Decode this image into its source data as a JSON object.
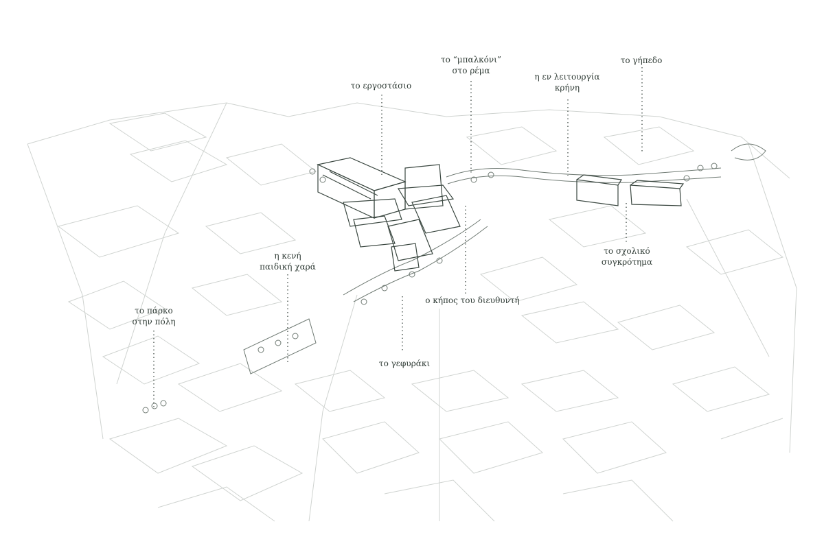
{
  "diagram": {
    "labels": {
      "factory": "το εργοστάσιο",
      "balcony_line1": "το “μπαλκόνι”",
      "balcony_line2": "στο ρέμα",
      "fountain_line1": "η εν λειτουργία",
      "fountain_line2": "κρήνη",
      "stadium": "το γήπεδο",
      "playground_line1": "η κενή",
      "playground_line2": "παιδική χαρά",
      "school_line1": "το σχολικό",
      "school_line2": "συγκρότημα",
      "park_line1": "το πάρκο",
      "park_line2": "στην πόλη",
      "garden": "ο κήπος του διευθυντή",
      "bridge": "το γεφυράκι"
    },
    "colors": {
      "ink": "#2f3b35",
      "sketch": "#c9cdca",
      "sketch_dark": "#9aa39d"
    }
  }
}
